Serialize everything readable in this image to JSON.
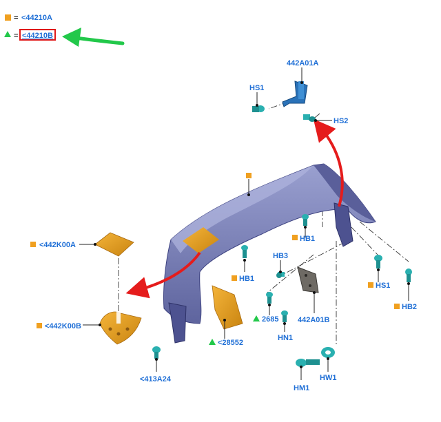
{
  "legend": {
    "items": [
      {
        "symbol": "square-icon",
        "equals": "=",
        "ref": "<44210A",
        "color": "#f0a020"
      },
      {
        "symbol": "triangle-icon",
        "equals": "=",
        "ref": "<44210B",
        "color": "#22c84a",
        "highlighted": true
      }
    ]
  },
  "callouts": {
    "a442a01a": "442A01A",
    "hs1_top": "HS1",
    "hs2": "HS2",
    "hb1_right": "HB1",
    "hb1_left": "HB1",
    "hb3": "HB3",
    "hs1_bottom": "HS1",
    "hb2": "HB2",
    "k442k00a": "<442K00A",
    "k442k00b": "<442K00B",
    "c2685": "2685",
    "a442a01b": "442A01B",
    "hn1": "HN1",
    "c28552": "<28552",
    "c413a24": "<413A24",
    "hw1": "HW1",
    "hm1": "HM1"
  },
  "colors": {
    "label_blue": "#1f6fd6",
    "bumper_fill": "#7b80b8",
    "bumper_dark": "#4d5290",
    "orange_part": "#e8a020",
    "teal_fastener": "#2ab0b0",
    "arrow_red": "#e51c1c",
    "arrow_green": "#22c84a",
    "highlight_box": "#e01818"
  }
}
